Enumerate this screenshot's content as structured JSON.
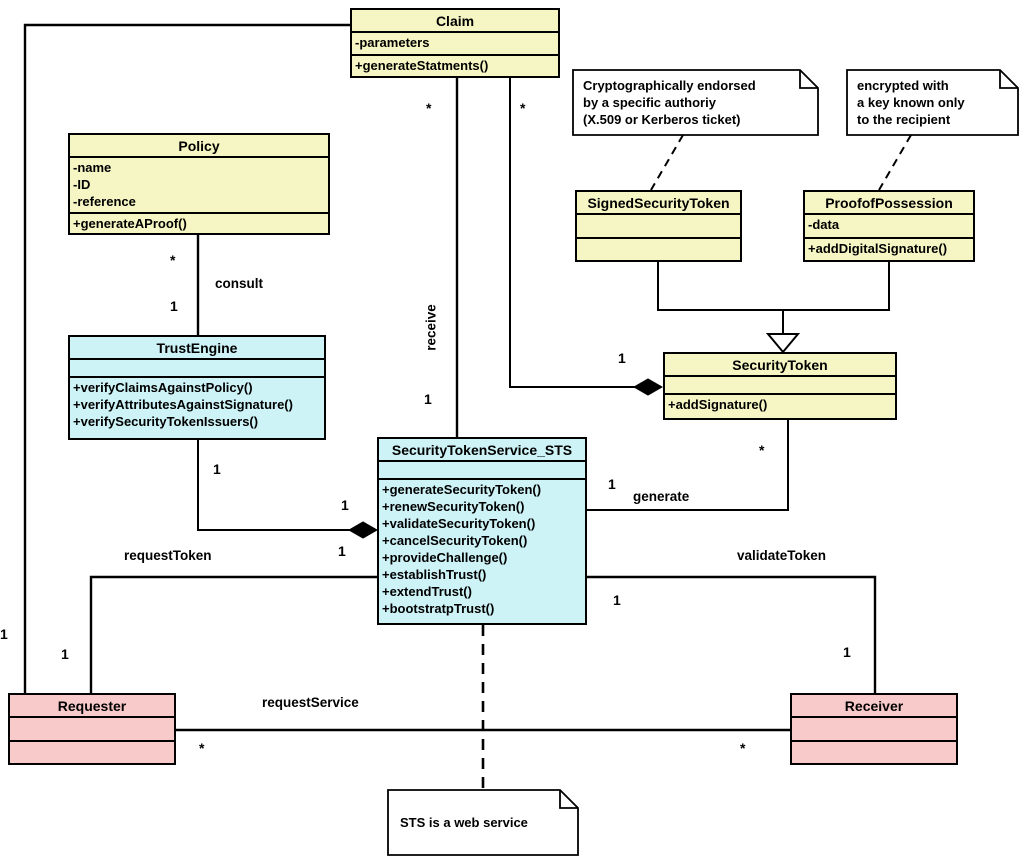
{
  "diagram": {
    "classes": {
      "claim": {
        "title": "Claim",
        "attributes": [
          "-parameters"
        ],
        "methods": [
          "+generateStatments()"
        ]
      },
      "policy": {
        "title": "Policy",
        "attributes": [
          "-name",
          "-ID",
          "-reference"
        ],
        "methods": [
          "+generateAProof()"
        ]
      },
      "trust_engine": {
        "title": "TrustEngine",
        "attributes": [],
        "methods": [
          "+verifyClaimsAgainstPolicy()",
          "+verifyAttributesAgainstSignature()",
          "+verifySecurityTokenIssuers()"
        ]
      },
      "signed_security_token": {
        "title": "SignedSecurityToken",
        "attributes": [],
        "methods": []
      },
      "proof_of_possession": {
        "title": "ProofofPossession",
        "attributes": [
          "-data"
        ],
        "methods": [
          "+addDigitalSignature()"
        ]
      },
      "security_token": {
        "title": "SecurityToken",
        "attributes": [],
        "methods": [
          "+addSignature()"
        ]
      },
      "sts": {
        "title": "SecurityTokenService_STS",
        "attributes": [],
        "methods": [
          "+generateSecurityToken()",
          "+renewSecurityToken()",
          "+validateSecurityToken()",
          "+cancelSecurityToken()",
          "+provideChallenge()",
          "+establishTrust()",
          "+extendTrust()",
          "+bootstratpTrust()"
        ]
      },
      "requester": {
        "title": "Requester",
        "attributes": [],
        "methods": []
      },
      "receiver": {
        "title": "Receiver",
        "attributes": [],
        "methods": []
      }
    },
    "notes": {
      "endorsed": {
        "lines": [
          "Cryptographically endorsed",
          "by a specific authoriy",
          "(X.509 or Kerberos ticket)"
        ]
      },
      "encrypted": {
        "lines": [
          "encrypted with",
          "a key known only",
          "to the recipient"
        ]
      },
      "web_service": {
        "lines": [
          "STS is a web service"
        ]
      }
    },
    "labels": {
      "consult": "consult",
      "receive": "receive",
      "generate": "generate",
      "request_token": "requestToken",
      "validate_token": "validateToken",
      "request_service": "requestService"
    },
    "multiplicities": [
      "1",
      "*",
      "1",
      "*",
      "1",
      "*",
      "1",
      "1",
      "1",
      "1",
      "1",
      "1",
      "1",
      "1",
      "*",
      "*",
      "*"
    ],
    "colors": {
      "class_yellow": "#f6f6c4",
      "class_cyan": "#cdf3f7",
      "class_pink": "#f9caca",
      "line": "#000000",
      "note_bg": "#ffffff"
    }
  }
}
